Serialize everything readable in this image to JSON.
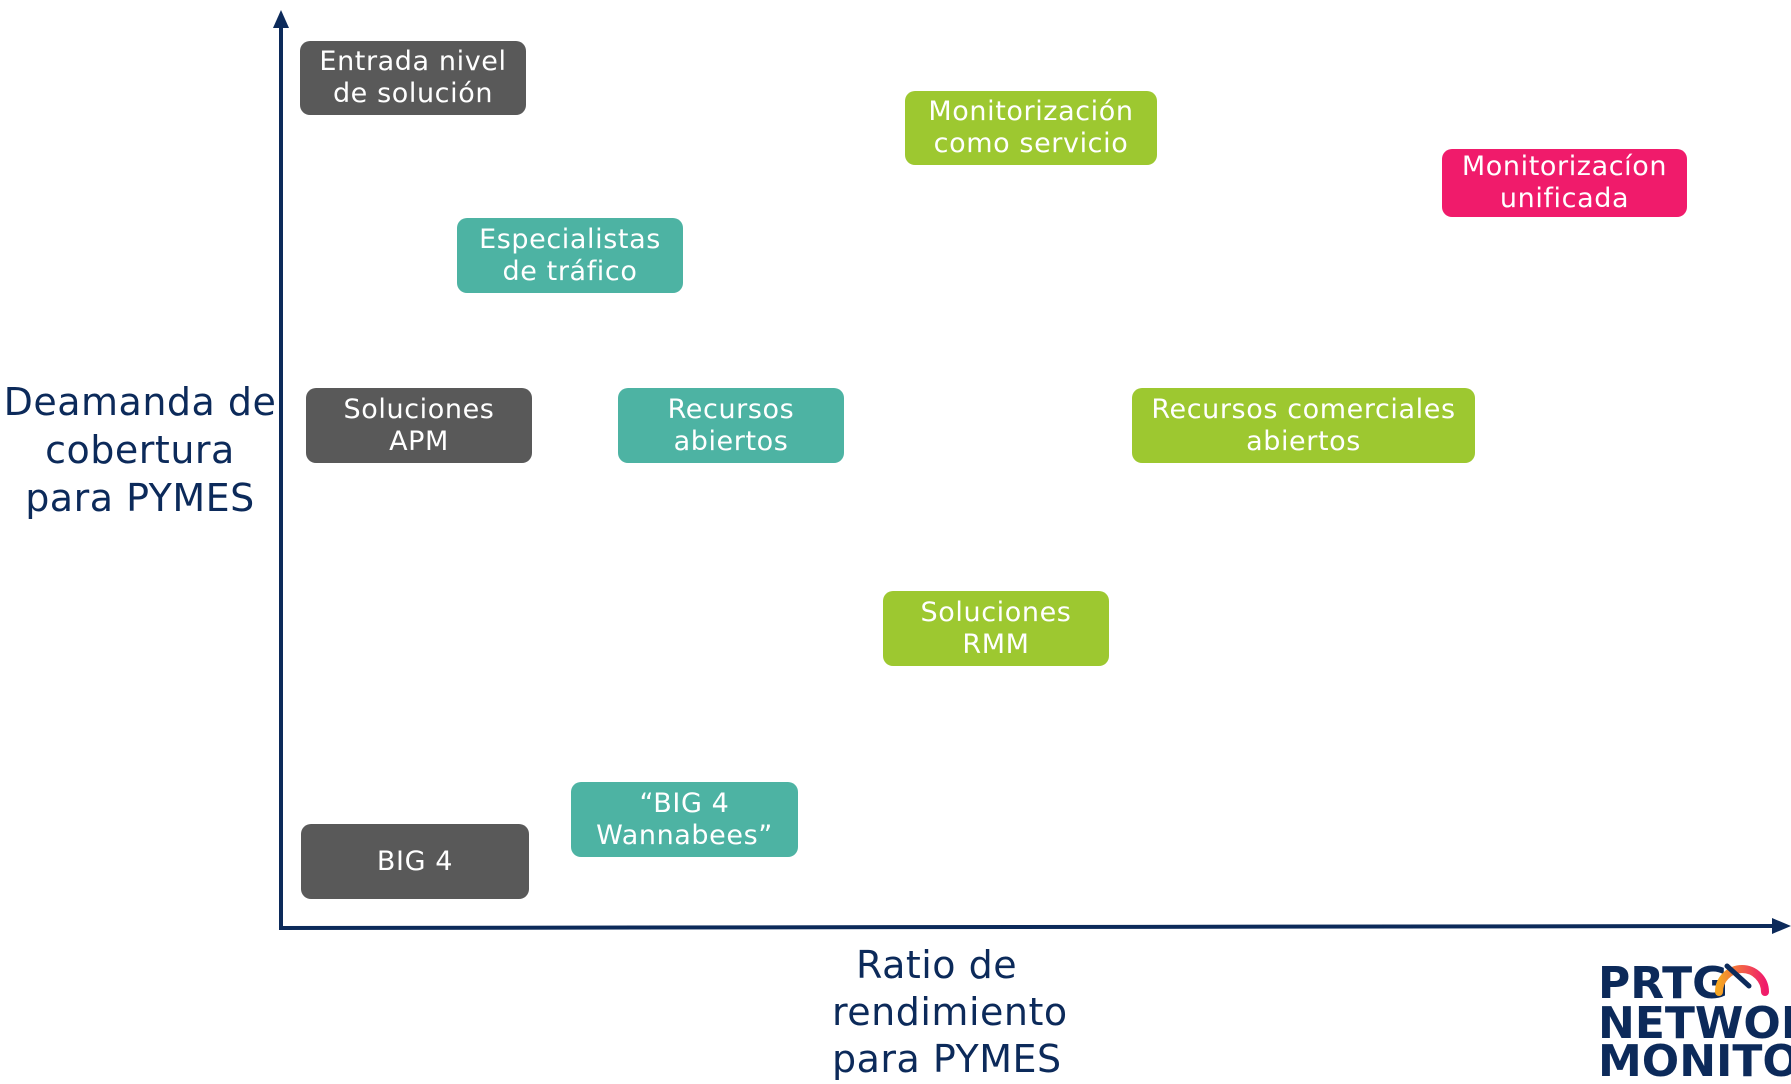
{
  "diagram": {
    "y_axis_label": [
      "Deamanda de",
      "cobertura",
      "para PYMES"
    ],
    "x_axis_label": [
      "Ratio de",
      "rendimiento",
      "para PYMES"
    ],
    "colors": {
      "axis": "#0c2a5a",
      "gray": "#595959",
      "teal": "#4db3a3",
      "green": "#9dc830",
      "pink": "#f01b6b"
    },
    "boxes": [
      {
        "id": "entrada-nivel",
        "lines": [
          "Entrada nivel",
          "de solución"
        ],
        "color": "gray"
      },
      {
        "id": "monitorizacion-servicio",
        "lines": [
          "Monitorización",
          "como servicio"
        ],
        "color": "green"
      },
      {
        "id": "monitorizacion-unificada",
        "lines": [
          "Monitorizacíon",
          "unificada"
        ],
        "color": "pink"
      },
      {
        "id": "especialistas-trafico",
        "lines": [
          "Especialistas",
          "de tráfico"
        ],
        "color": "teal"
      },
      {
        "id": "soluciones-apm",
        "lines": [
          "Soluciones",
          "APM"
        ],
        "color": "gray"
      },
      {
        "id": "recursos-abiertos",
        "lines": [
          "Recursos",
          "abiertos"
        ],
        "color": "teal"
      },
      {
        "id": "recursos-comerciales",
        "lines": [
          "Recursos comerciales",
          "abiertos"
        ],
        "color": "green"
      },
      {
        "id": "soluciones-rmm",
        "lines": [
          "Soluciones",
          "RMM"
        ],
        "color": "green"
      },
      {
        "id": "big4-wannabees",
        "lines": [
          "“BIG 4",
          "Wannabees”"
        ],
        "color": "teal"
      },
      {
        "id": "big4",
        "lines": [
          "BIG 4"
        ],
        "color": "gray"
      }
    ]
  },
  "logo": {
    "lines": [
      "PRTG",
      "NETWORK",
      "MONITOR"
    ],
    "gauge_colors": [
      "#f5a623",
      "#f01b6b"
    ]
  }
}
